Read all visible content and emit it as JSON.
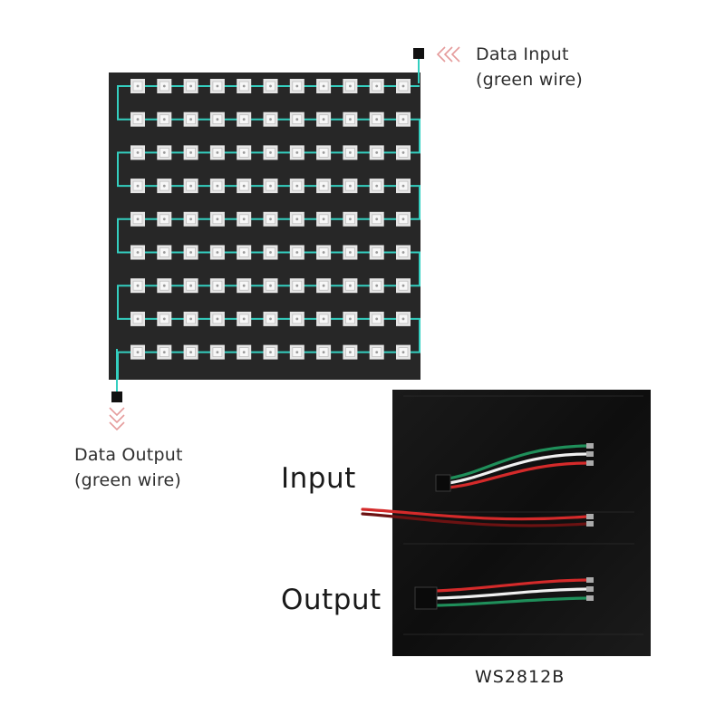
{
  "diagram": {
    "input_label_line1": "Data Input",
    "input_label_line2": "(green wire)",
    "output_label_line1": "Data Output",
    "output_label_line2": "(green wire)",
    "grid_rows": 9,
    "grid_cols": 11,
    "wire_color": "#34cfc0",
    "panel_color": "#272727",
    "chevron_color": "#e59b9b"
  },
  "photo": {
    "input_label": "Input",
    "output_label": "Output",
    "model": "WS2812B",
    "panel_color": "#141414",
    "wire_colors": [
      "#1f8f5a",
      "#f0f0f0",
      "#d42a2a"
    ]
  }
}
